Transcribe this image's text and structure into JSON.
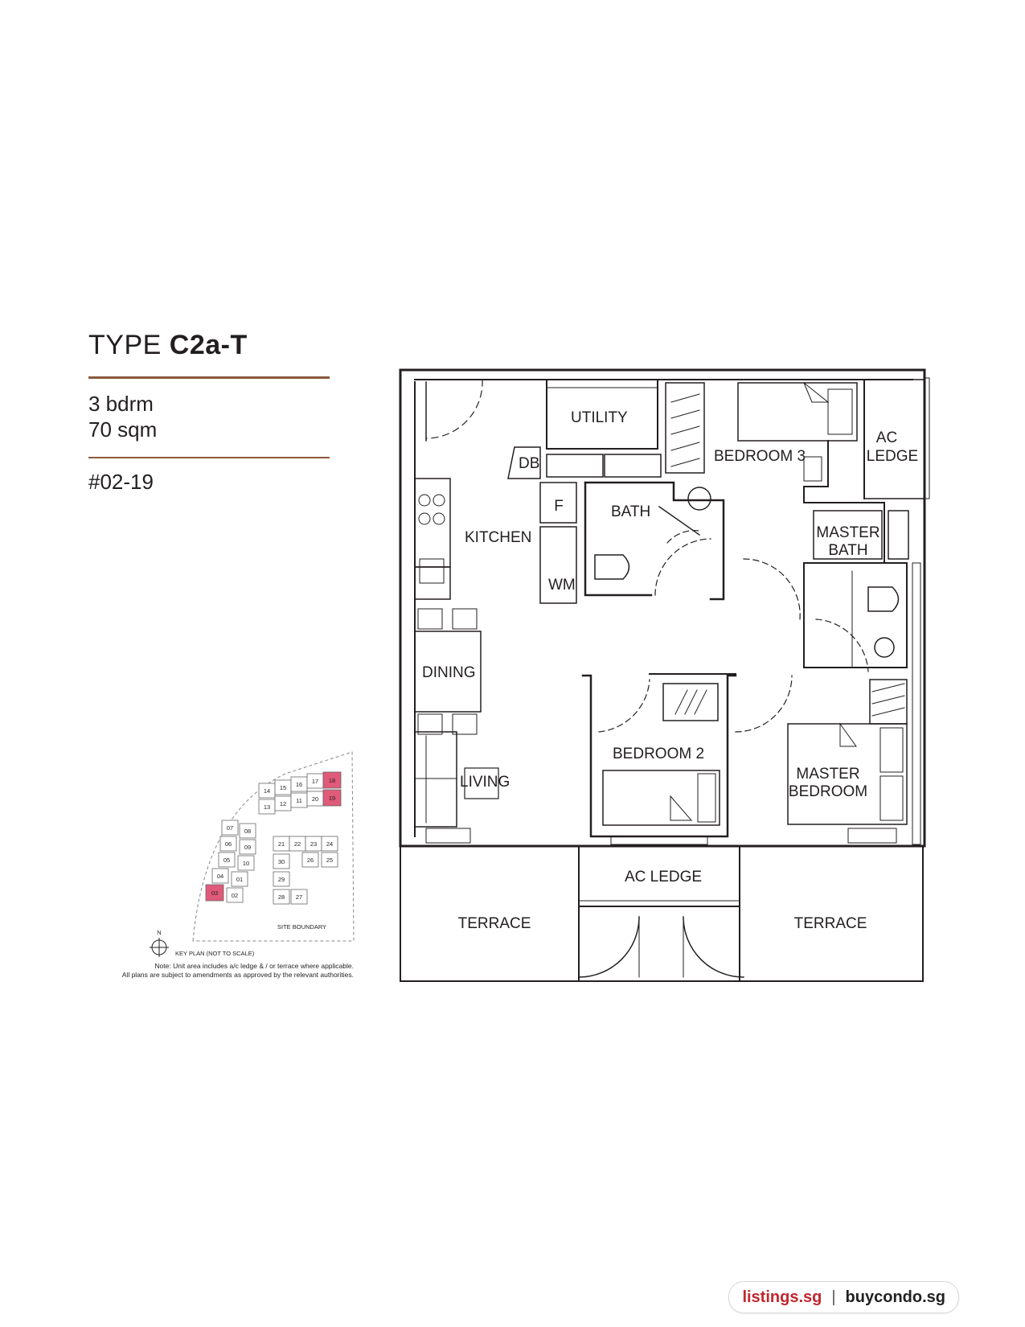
{
  "header": {
    "type_prefix": "TYPE",
    "type_code": "C2a-T",
    "bedrooms": "3 bdrm",
    "area": "70 sqm",
    "unit_no": "#02-19"
  },
  "rooms": {
    "utility": "UTILITY",
    "bedroom3": "BEDROOM 3",
    "ac_ledge_top_1": "AC",
    "ac_ledge_top_2": "LEDGE",
    "db": "DB",
    "kitchen": "KITCHEN",
    "fridge": "F",
    "bath": "BATH",
    "wm": "WM",
    "master_bath_1": "MASTER",
    "master_bath_2": "BATH",
    "dining": "DINING",
    "bedroom2": "BEDROOM 2",
    "master_bedroom_1": "MASTER",
    "master_bedroom_2": "BEDROOM",
    "living": "LIVING",
    "ac_ledge_bottom": "AC LEDGE",
    "terrace_left": "TERRACE",
    "terrace_right": "TERRACE"
  },
  "key_plan": {
    "units": [
      "14",
      "15",
      "16",
      "17",
      "18",
      "13",
      "12",
      "11",
      "20",
      "19",
      "07",
      "08",
      "06",
      "09",
      "05",
      "10",
      "04",
      "01",
      "03",
      "02",
      "21",
      "22",
      "23",
      "24",
      "30",
      "26",
      "25",
      "29",
      "28",
      "27"
    ],
    "highlighted": [
      "18",
      "19",
      "03"
    ],
    "north": "N",
    "site_boundary": "SITE BOUNDARY",
    "caption": "KEY PLAN (NOT TO SCALE)",
    "note_1": "Note: Unit area includes a/c ledge & / or terrace where applicable.",
    "note_2": "All plans are subject to amendments as approved by the relevant authorities.",
    "highlight_color": "#e05a7a"
  },
  "brand": {
    "site1": "listings.sg",
    "separator": "|",
    "site2": "buycondo.sg"
  }
}
